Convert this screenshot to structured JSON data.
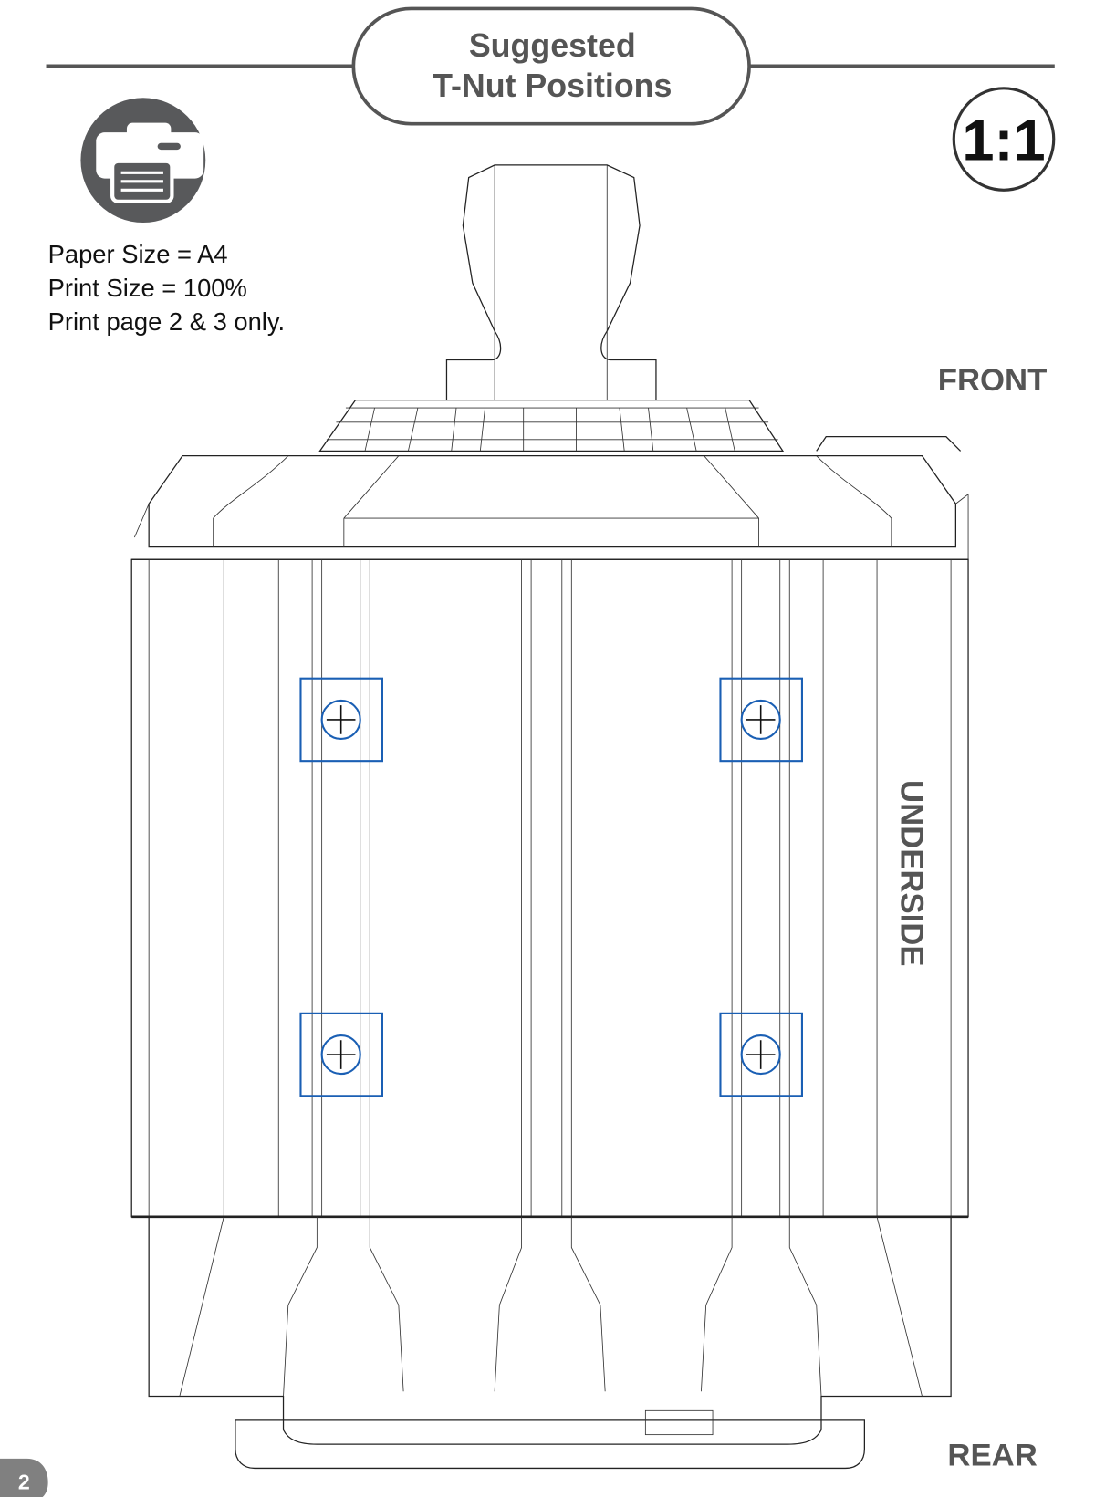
{
  "header": {
    "title_line1": "Suggested",
    "title_line2": "T-Nut Positions",
    "scale": "1:1"
  },
  "print_info": {
    "icon": "printer-icon",
    "lines": [
      "Paper Size = A4",
      "Print Size = 100%",
      "Print page 2 & 3 only."
    ]
  },
  "labels": {
    "front": "FRONT",
    "underside": "UNDERSIDE",
    "rear": "REAR"
  },
  "page_number": "2",
  "colors": {
    "tnut": "#1a5fb4",
    "accent": "#58595b"
  }
}
